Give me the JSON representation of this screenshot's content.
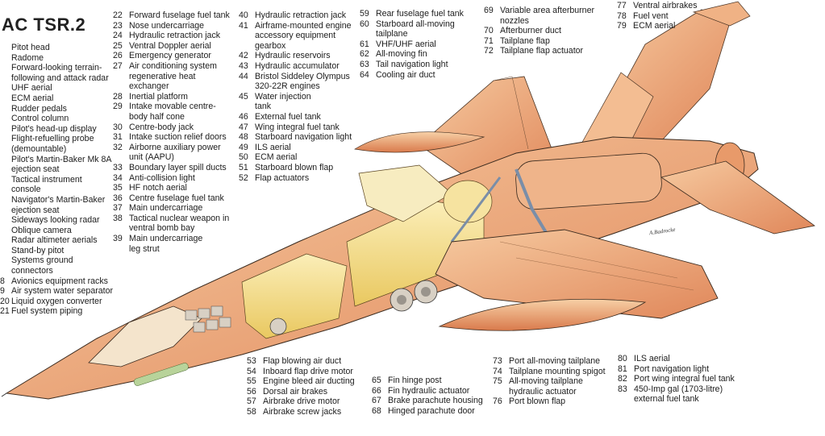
{
  "title": "AC TSR.2",
  "legend_col1": [
    {
      "num": "",
      "label": "Pitot head"
    },
    {
      "num": "",
      "label": "Radome"
    },
    {
      "num": "",
      "label": "Forward-looking terrain-\nfollowing and attack radar"
    },
    {
      "num": "",
      "label": "UHF aerial"
    },
    {
      "num": "",
      "label": "ECM aerial"
    },
    {
      "num": "",
      "label": "Rudder pedals"
    },
    {
      "num": "",
      "label": "Control column"
    },
    {
      "num": "",
      "label": "Pilot's head-up display"
    },
    {
      "num": "",
      "label": "Flight-refuelling probe\n(demountable)"
    },
    {
      "num": "",
      "label": "Pilot's Martin-Baker Mk 8A\nejection seat"
    },
    {
      "num": "",
      "label": "Tactical instrument\nconsole"
    },
    {
      "num": "",
      "label": "Navigator's Martin-Baker\nejection seat"
    },
    {
      "num": "",
      "label": "Sideways looking radar"
    },
    {
      "num": "",
      "label": "Oblique camera"
    },
    {
      "num": "",
      "label": "Radar altimeter aerials"
    },
    {
      "num": "",
      "label": "Stand-by pitot"
    },
    {
      "num": "",
      "label": "Systems ground\nconnectors"
    },
    {
      "num": "8",
      "label": "Avionics equipment racks"
    },
    {
      "num": "9",
      "label": "Air system water separator"
    },
    {
      "num": "20",
      "label": "Liquid oxygen converter"
    },
    {
      "num": "21",
      "label": "Fuel system piping"
    }
  ],
  "legend_col2": [
    {
      "num": "22",
      "label": "Forward fuselage fuel tank"
    },
    {
      "num": "23",
      "label": "Nose undercarriage"
    },
    {
      "num": "24",
      "label": "Hydraulic retraction jack"
    },
    {
      "num": "25",
      "label": "Ventral Doppler aerial"
    },
    {
      "num": "26",
      "label": "Emergency generator"
    },
    {
      "num": "27",
      "label": "Air conditioning system\nregenerative heat\nexchanger"
    },
    {
      "num": "28",
      "label": "Inertial platform"
    },
    {
      "num": "29",
      "label": "Intake movable centre-\nbody half cone"
    },
    {
      "num": "30",
      "label": "Centre-body jack"
    },
    {
      "num": "31",
      "label": "Intake suction relief doors"
    },
    {
      "num": "32",
      "label": "Airborne auxiliary power\nunit (AAPU)"
    },
    {
      "num": "33",
      "label": "Boundary layer spill ducts"
    },
    {
      "num": "34",
      "label": "Anti-collision light"
    },
    {
      "num": "35",
      "label": "HF notch aerial"
    },
    {
      "num": "36",
      "label": "Centre fuselage fuel tank"
    },
    {
      "num": "37",
      "label": "Main undercarriage"
    },
    {
      "num": "38",
      "label": "Tactical nuclear weapon in\nventral bomb bay"
    },
    {
      "num": "39",
      "label": "Main undercarriage\nleg strut"
    }
  ],
  "legend_col3": [
    {
      "num": "40",
      "label": "Hydraulic retraction jack"
    },
    {
      "num": "41",
      "label": "Airframe-mounted engine\naccessory equipment\ngearbox"
    },
    {
      "num": "42",
      "label": "Hydraulic reservoirs"
    },
    {
      "num": "43",
      "label": "Hydraulic accumulator"
    },
    {
      "num": "44",
      "label": "Bristol Siddeley Olympus\n320-22R engines"
    },
    {
      "num": "45",
      "label": "Water injection\ntank"
    },
    {
      "num": "46",
      "label": "External fuel tank"
    },
    {
      "num": "47",
      "label": "Wing integral fuel tank"
    },
    {
      "num": "48",
      "label": "Starboard navigation light"
    },
    {
      "num": "49",
      "label": "ILS aerial"
    },
    {
      "num": "50",
      "label": "ECM aerial"
    },
    {
      "num": "51",
      "label": "Starboard blown flap"
    },
    {
      "num": "52",
      "label": "Flap actuators"
    }
  ],
  "legend_col4": [
    {
      "num": "59",
      "label": "Rear fuselage fuel tank"
    },
    {
      "num": "60",
      "label": "Starboard all-moving\ntailplane"
    },
    {
      "num": "61",
      "label": "VHF/UHF aerial"
    },
    {
      "num": "62",
      "label": "All-moving fin"
    },
    {
      "num": "63",
      "label": "Tail navigation light"
    },
    {
      "num": "64",
      "label": "Cooling air duct"
    }
  ],
  "legend_col5": [
    {
      "num": "69",
      "label": "Variable area afterburner\nnozzles"
    },
    {
      "num": "70",
      "label": "Afterburner duct"
    },
    {
      "num": "71",
      "label": "Tailplane flap"
    },
    {
      "num": "72",
      "label": "Tailplane flap actuator"
    }
  ],
  "legend_col6": [
    {
      "num": "77",
      "label": "Ventral airbrakes"
    },
    {
      "num": "78",
      "label": "Fuel vent"
    },
    {
      "num": "79",
      "label": "ECM aerial"
    }
  ],
  "legend_bottom1": [
    {
      "num": "53",
      "label": "Flap blowing air duct"
    },
    {
      "num": "54",
      "label": "Inboard flap drive motor"
    },
    {
      "num": "55",
      "label": "Engine bleed air ducting"
    },
    {
      "num": "56",
      "label": "Dorsal air brakes"
    },
    {
      "num": "57",
      "label": "Airbrake drive motor"
    },
    {
      "num": "58",
      "label": "Airbrake screw jacks"
    }
  ],
  "legend_bottom2": [
    {
      "num": "65",
      "label": "Fin hinge post"
    },
    {
      "num": "66",
      "label": "Fin hydraulic actuator"
    },
    {
      "num": "67",
      "label": "Brake parachute housing"
    },
    {
      "num": "68",
      "label": "Hinged parachute door"
    }
  ],
  "legend_bottom3": [
    {
      "num": "73",
      "label": "Port all-moving tailplane"
    },
    {
      "num": "74",
      "label": "Tailplane mounting spigot"
    },
    {
      "num": "75",
      "label": "All-moving tailplane\nhydraulic actuator"
    },
    {
      "num": "76",
      "label": "Port blown flap"
    }
  ],
  "legend_bottom4": [
    {
      "num": "80",
      "label": "ILS aerial"
    },
    {
      "num": "81",
      "label": "Port navigation light"
    },
    {
      "num": "82",
      "label": "Port wing integral fuel tank"
    },
    {
      "num": "83",
      "label": "450-Imp gal (1703-litre)\nexternal fuel tank"
    }
  ],
  "artist_signature": "A.Badrocke",
  "colors": {
    "skin_orange": "#e89a6a",
    "skin_light": "#f4c49a",
    "interior_yellow": "#f3df8c",
    "interior_cream": "#f7ecc0",
    "structure_line": "#3a2a1e",
    "duct_blue": "#7a8ea8"
  }
}
